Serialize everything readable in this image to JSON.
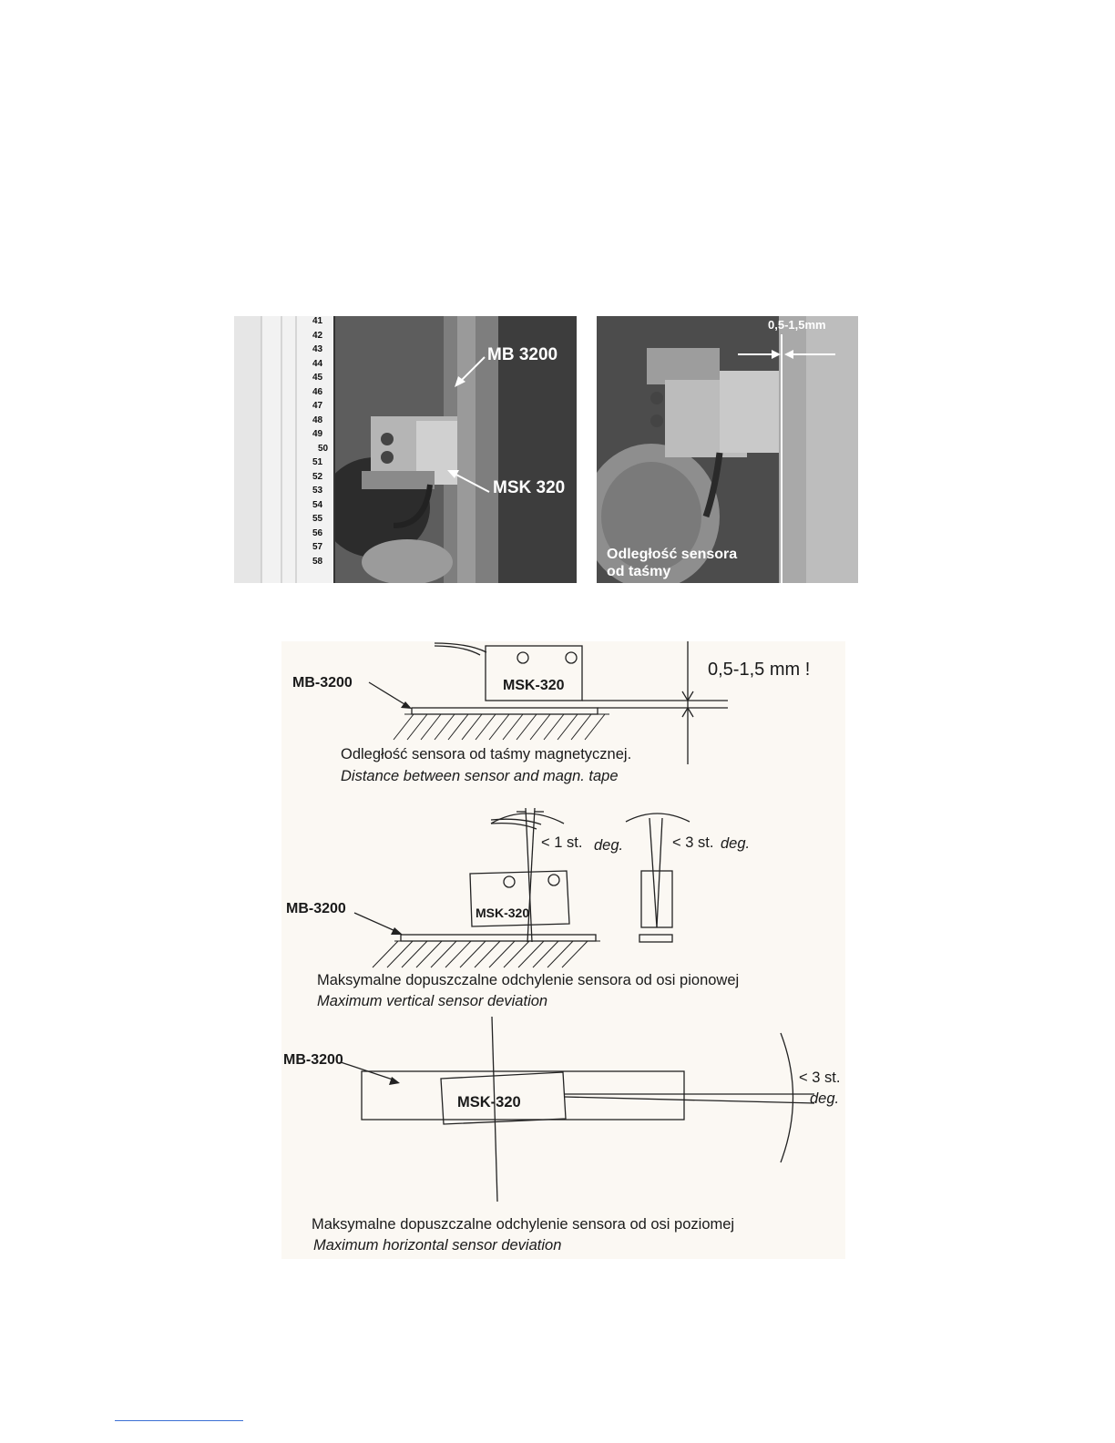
{
  "photo_left": {
    "label_tape": "MB 3200",
    "label_sensor": "MSK 320",
    "ruler_numbers": [
      "41",
      "42",
      "43",
      "44",
      "45",
      "46",
      "47",
      "48",
      "49",
      "50",
      "51",
      "52",
      "53",
      "54",
      "55",
      "56",
      "57",
      "58"
    ]
  },
  "photo_right": {
    "gap_label": "0,5-1,5mm",
    "caption_line1": "Odległość sensora",
    "caption_line2": "od taśmy"
  },
  "diagram": {
    "section1": {
      "tape_label": "MB-3200",
      "sensor_label": "MSK-320",
      "gap_value": "0,5-1,5 mm !",
      "caption_pl": "Odległość sensora od taśmy magnetycznej.",
      "caption_en": "Distance between sensor and magn. tape"
    },
    "section2": {
      "tape_label": "MB-3200",
      "sensor_label": "MSK-320",
      "angle1_text": "< 1 st.",
      "angle1_unit": "deg.",
      "angle2_text": "< 3 st.",
      "angle2_unit": "deg.",
      "caption_pl": "Maksymalne dopuszczalne odchylenie sensora od osi pionowej",
      "caption_en": "Maximum vertical sensor deviation"
    },
    "section3": {
      "tape_label": "MB-3200",
      "sensor_label": "MSK-320",
      "angle_text": "< 3 st.",
      "angle_unit": "deg.",
      "caption_pl": "Maksymalne dopuszczalne odchylenie sensora od osi poziomej",
      "caption_en": "Maximum horizontal sensor deviation"
    }
  }
}
